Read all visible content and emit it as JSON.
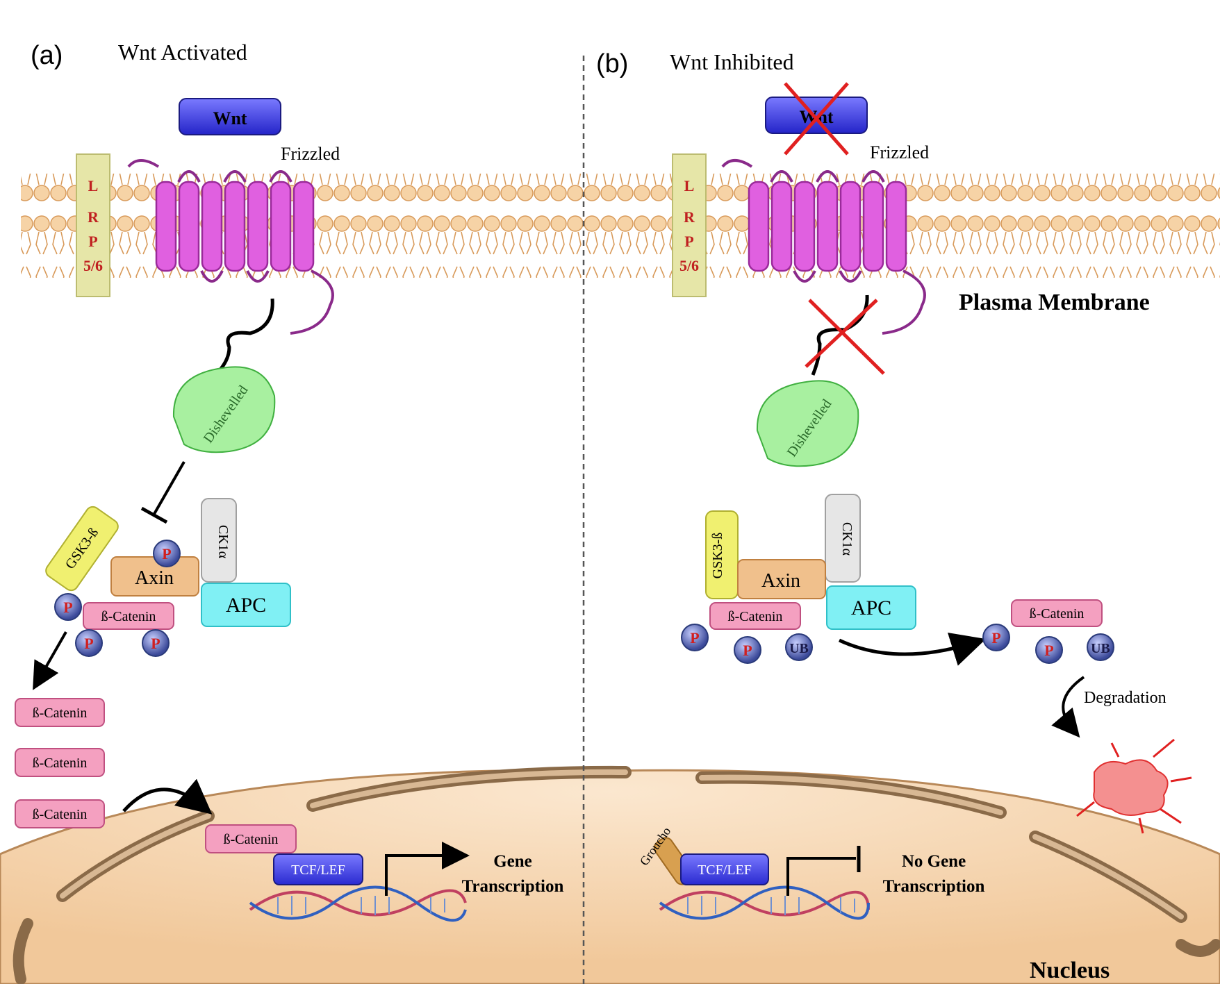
{
  "panel_a": {
    "letter": "(a)",
    "title": "Wnt Activated",
    "wnt": "Wnt",
    "frizzled": "Frizzled",
    "lrp": [
      "L",
      "R",
      "P",
      "5/6"
    ],
    "dishevelled": "Dishevelled",
    "gsk3b": "GSK3-ß",
    "ck1": "CK1α",
    "axin": "Axin",
    "apc": "APC",
    "p": "P",
    "beta_catenin": "ß-Catenin",
    "free_catenin": [
      "ß-Catenin",
      "ß-Catenin",
      "ß-Catenin"
    ],
    "nuclear_catenin": "ß-Catenin",
    "tcf": "TCF/LEF",
    "gene_line1": "Gene",
    "gene_line2": "Transcription"
  },
  "panel_b": {
    "letter": "(b)",
    "title": "Wnt Inhibited",
    "wnt": "Wnt",
    "frizzled": "Frizzled",
    "lrp": [
      "L",
      "R",
      "P",
      "5/6"
    ],
    "dishevelled": "Dishevelled",
    "gsk3b": "GSK3-ß",
    "ck1": "CK1α",
    "axin": "Axin",
    "apc": "APC",
    "p": "P",
    "ub": "UB",
    "beta_catenin": "ß-Catenin",
    "degraded_catenin": "ß-Catenin",
    "degradation": "Degradation",
    "groucho": "Groucho",
    "tcf": "TCF/LEF",
    "no_gene_line1": "No Gene",
    "no_gene_line2": "Transcription"
  },
  "labels": {
    "plasma_membrane": "Plasma Membrane",
    "nucleus": "Nucleus"
  },
  "colors": {
    "membrane": "#f2c48e",
    "frizzled": "#e060e0",
    "wnt": "#3a3ae0",
    "lrp": "#e6e6a8",
    "dishevelled": "#a8f0a0",
    "gsk": "#f0f070",
    "axin": "#f0c08c",
    "ck1": "#e0e0e0",
    "apc": "#80f0f4",
    "catenin": "#f4a0c0",
    "phospho": "#6a7ab8",
    "nucleus": "#f8d8b4",
    "inhibit_cross": "#e02020"
  }
}
